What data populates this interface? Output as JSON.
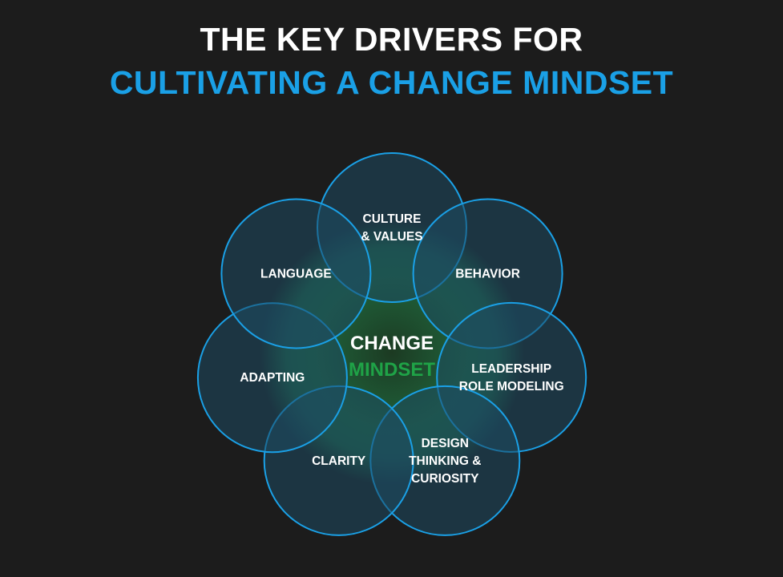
{
  "title": {
    "line1": "THE KEY DRIVERS FOR",
    "line2": "CULTIVATING A CHANGE MINDSET"
  },
  "center": {
    "line1": "CHANGE",
    "line2": "MINDSET"
  },
  "drivers": [
    {
      "lines": [
        "CULTURE",
        "& VALUES"
      ]
    },
    {
      "lines": [
        "BEHAVIOR"
      ]
    },
    {
      "lines": [
        "LEADERSHIP",
        "ROLE MODELING"
      ]
    },
    {
      "lines": [
        "DESIGN",
        "THINKING &",
        "CURIOSITY"
      ]
    },
    {
      "lines": [
        "CLARITY"
      ]
    },
    {
      "lines": [
        "ADAPTING"
      ]
    },
    {
      "lines": [
        "LANGUAGE"
      ]
    }
  ],
  "colors": {
    "background": "#1c1c1c",
    "title_white": "#ffffff",
    "title_blue": "#1aa0e6",
    "circle_stroke": "#1aa0e6",
    "circle_fill": "#1d4a63",
    "center_glow": "#1f8a55",
    "mindset_green": "#1fa347"
  }
}
